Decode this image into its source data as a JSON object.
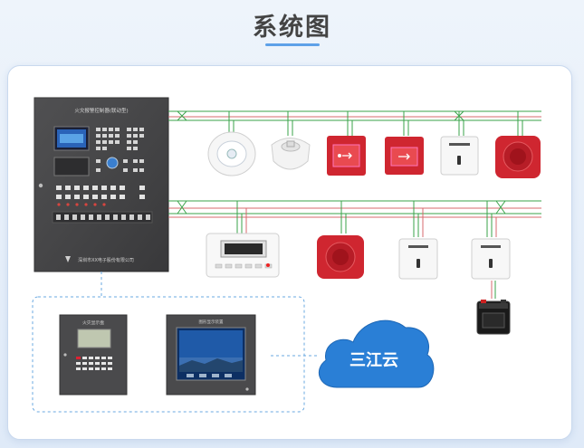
{
  "page": {
    "title": "系统图"
  },
  "main_panel": {
    "caption": "火灾报警控制器(联动型)",
    "brand_footer": "深圳市XX电子股份有限公司"
  },
  "sub_panels": {
    "left_caption": "火灾显示盘",
    "right_caption": "图形显示装置"
  },
  "cloud": {
    "label": "三江云"
  },
  "colors": {
    "bus_green": "#3aa34a",
    "bus_red": "#d7686c",
    "cloud_blue": "#2a7fd6",
    "device_red": "#cf2630",
    "panel_gray": "#3f3f41"
  },
  "device_icons": [
    "smoke-detector-icon",
    "heat-detector-icon",
    "manual-call-point-icon",
    "hydrant-button-icon",
    "input-module-icon",
    "alarm-bell-icon",
    "sound-light-alarm-icon",
    "siren-icon",
    "io-module-icon",
    "output-module-icon",
    "battery-icon"
  ]
}
